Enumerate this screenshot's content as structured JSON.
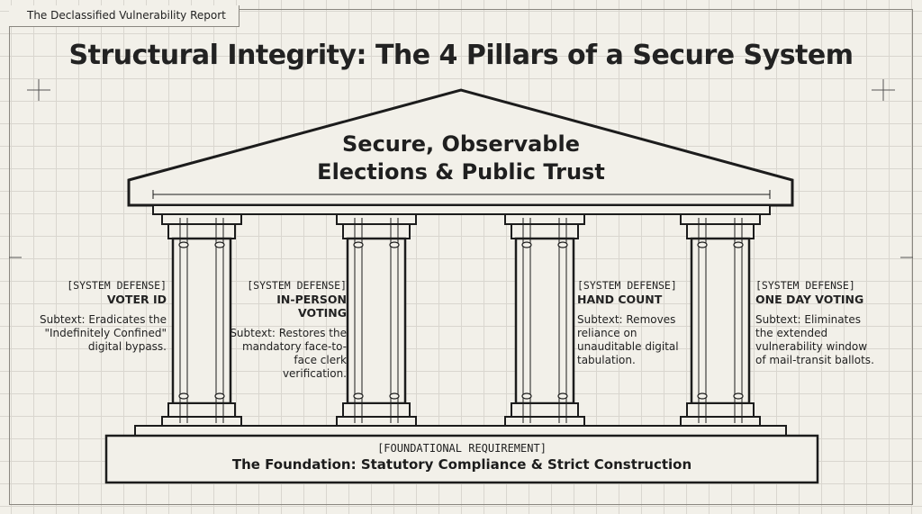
{
  "report_tab": "The Declassified Vulnerability Report",
  "title": "Structural Integrity: The 4 Pillars of a Secure System",
  "roof": {
    "line1": "Secure, Observable",
    "line2": "Elections & Public Trust"
  },
  "pillars": [
    {
      "tag": "[SYSTEM DEFENSE]",
      "name": "VOTER ID",
      "subtext": "Subtext: Eradicates the \"Indefinitely Confined\" digital bypass."
    },
    {
      "tag": "[SYSTEM DEFENSE]",
      "name": "IN-PERSON VOTING",
      "subtext": "Subtext: Restores the mandatory face-to-face clerk verification."
    },
    {
      "tag": "[SYSTEM DEFENSE]",
      "name": "HAND COUNT",
      "subtext": "Subtext: Removes reliance on unauditable digital tabulation."
    },
    {
      "tag": "[SYSTEM DEFENSE]",
      "name": "ONE DAY VOTING",
      "subtext": "Subtext: Eliminates the extended vulnerability window of mail-transit ballots."
    }
  ],
  "foundation": {
    "tag": "[FOUNDATIONAL REQUIREMENT]",
    "name": "The Foundation: Statutory Compliance & Strict Construction"
  }
}
